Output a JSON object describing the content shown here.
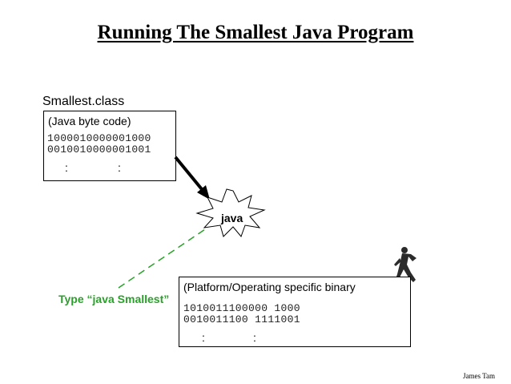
{
  "title": "Running The Smallest Java Program",
  "class_file": {
    "label": "Smallest.class",
    "box_title": "(Java byte code)",
    "lines": [
      "1000010000001000",
      "0010010000001001"
    ],
    "ellipsis_left": ":",
    "ellipsis_right": ":"
  },
  "interpreter": {
    "label": "java"
  },
  "command": {
    "text": "Type “java Smallest”"
  },
  "native": {
    "box_title": "(Platform/Operating specific binary",
    "lines": [
      "1010011100000 1000",
      "0010011100 1111001"
    ],
    "ellipsis_left": ":",
    "ellipsis_right": ":"
  },
  "icons": {
    "runner": "runner-icon",
    "burst": "starburst-icon"
  },
  "colors": {
    "command": "#2aa12a",
    "arrow": "#000000"
  },
  "credit": "James Tam"
}
